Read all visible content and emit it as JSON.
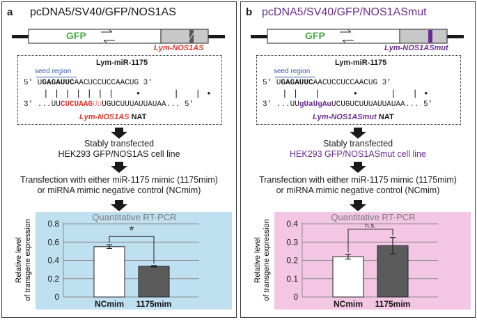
{
  "panel_a": {
    "label": "a",
    "title": "pcDNA5/SV40/GFP/NOS1AS",
    "gfp": "GFP",
    "gene": "Lym-NOS1AS",
    "mir_name": "Lym-miR-1175",
    "seed": "seed region",
    "seq5_pre": "5' U",
    "seq5_seed": "GAGAUUC",
    "seq5_post": "AACUCCUCCAACUG 3'",
    "pairs": "| | | | | | |    •      |   | •",
    "seq3_pre": "3' ...UU",
    "seq3_red": "CUCUAAG",
    "seq3_pink": "UU",
    "seq3_post": "UGUCUUUAUUAUAA... 5'",
    "nat_gene": "Lym-NOS1AS",
    "nat": "NAT",
    "step1": "Stably transfected",
    "step2": "HEK293 GFP/NOS1AS cell line",
    "step3": "Transfection with either miR-1175 mimic (1175mim)",
    "step4": "or miRNA mimic negative control (NCmim)"
  },
  "panel_b": {
    "label": "b",
    "title": "pcDNA5/SV40/GFP/NOS1ASmut",
    "gfp": "GFP",
    "gene": "Lym-NOS1ASmut",
    "mir_name": "Lym-miR-1175",
    "seed": "seed region",
    "seq5_pre": "5' U",
    "seq5_seed": "GAGAUUC",
    "seq5_post": "AACUCCUCCAACUG 3'",
    "pairs": "| |   |      •      |   | •",
    "seq3_pre": "3' ...UU",
    "seq3_mut": "gUaUgAu",
    "seq3_post": "UCUGUCUUUAUUAUAA... 5'",
    "nat_gene": "Lym-NOS1ASmut",
    "nat": "NAT",
    "step1": "Stably transfected",
    "step2": "HEK293 GFP/NOS1ASmut cell line",
    "step3": "Transfection with either miR-1175 mimic (1175mim)",
    "step4": "or miRNA mimic negative control (NCmim)"
  },
  "colors": {
    "red": "#e0362c",
    "purple": "#6a2c91",
    "green": "#47a844",
    "chart_a_bg": "#bfe0f0",
    "chart_b_bg": "#f3c6e3",
    "bar_light": "#ffffff",
    "bar_dark": "#5b5b5b"
  },
  "chart_data": [
    {
      "type": "bar",
      "title": "Quantitative RT-PCR",
      "ylabel": "Relative level of transgene expression",
      "ylabel_line1": "Relative level",
      "ylabel_line2": "of transgene expression",
      "categories": [
        "NCmim",
        "1175mim"
      ],
      "values": [
        0.55,
        0.335
      ],
      "errors": [
        0.02,
        0.008
      ],
      "ylim": [
        0,
        0.8
      ],
      "yticks": [
        "0",
        "0.2",
        "0.4",
        "0.6",
        "0.8"
      ],
      "significance": "*",
      "grid": true
    },
    {
      "type": "bar",
      "title": "Quantitative RT-PCR",
      "ylabel": "Relative level of transgene expression",
      "ylabel_line1": "Relative level",
      "ylabel_line2": "of transgene expression",
      "categories": [
        "NCmim",
        "1175mim"
      ],
      "values": [
        0.22,
        0.28
      ],
      "errors": [
        0.013,
        0.045
      ],
      "ylim": [
        0,
        0.4
      ],
      "yticks": [
        "0",
        "0.1",
        "0.2",
        "0.3",
        "0.4"
      ],
      "significance": "n.s.",
      "grid": true
    }
  ]
}
